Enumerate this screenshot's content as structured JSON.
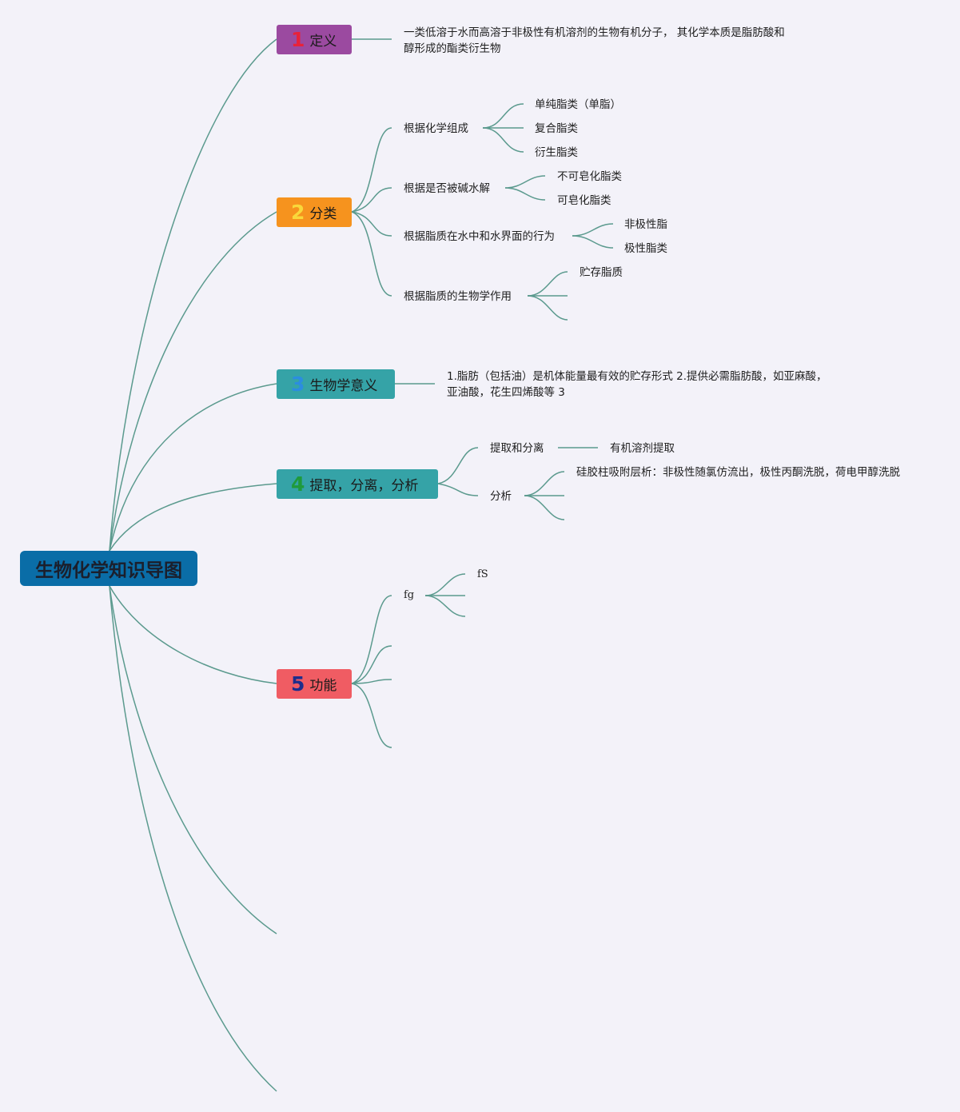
{
  "root": {
    "label": "生物化学知识导图",
    "color": "#0a6da7"
  },
  "branches": [
    {
      "num": "1",
      "label": "定义",
      "color": "#9b4aa0",
      "num_color": "#e8223a"
    },
    {
      "num": "2",
      "label": "分类",
      "color": "#f6931e",
      "num_color": "#f9d83a"
    },
    {
      "num": "3",
      "label": "生物学意义",
      "color": "#35a3a7",
      "num_color": "#2b8de0"
    },
    {
      "num": "4",
      "label": "提取，分离，分析",
      "color": "#35a3a7",
      "num_color": "#1f9a3b"
    },
    {
      "num": "5",
      "label": "功能",
      "color": "#f05c63",
      "num_color": "#1d2d8c"
    }
  ],
  "definition": {
    "line1": "一类低溶于水而高溶于非极性有机溶剂的生物有机分子， 其化学本质是脂肪酸和",
    "line2": "醇形成的酯类衍生物"
  },
  "classification": {
    "groups": [
      {
        "label": "根据化学组成",
        "children": [
          "单纯脂类（单脂）",
          "复合脂类",
          "衍生脂类"
        ]
      },
      {
        "label": "根据是否被碱水解",
        "children": [
          "不可皂化脂类",
          "可皂化脂类"
        ]
      },
      {
        "label": "根据脂质在水中和水界面的行为",
        "children": [
          "非极性脂",
          "极性脂类"
        ]
      },
      {
        "label": "根据脂质的生物学作用",
        "children": [
          "贮存脂质"
        ]
      }
    ]
  },
  "significance": {
    "line1": "1.脂肪（包括油）是机体能量最有效的贮存形式 2.提供必需脂肪酸，如亚麻酸，",
    "line2": "亚油酸，花生四烯酸等 3"
  },
  "extraction": {
    "items": [
      {
        "label": "提取和分离",
        "child": "有机溶剂提取"
      },
      {
        "label": "分析",
        "child": "硅胶柱吸附层析：非极性随氯仿流出，极性丙酮洗脱，荷电甲醇洗脱"
      }
    ]
  },
  "function": {
    "node": "fg",
    "child": "fS"
  }
}
